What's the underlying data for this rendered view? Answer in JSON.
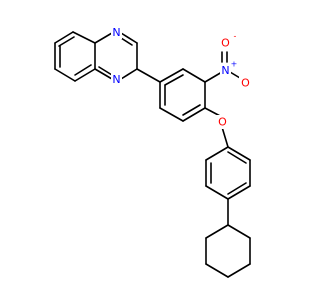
{
  "atom_labels": {
    "n_top": "N",
    "n_bottom": "N",
    "n_nitro": "N",
    "o_nitro_top": "O",
    "o_nitro_right": "O",
    "o_ether": "O"
  },
  "charges": {
    "n_nitro": "+",
    "o_nitro_top": "-"
  },
  "colors": {
    "nitrogen": "#0000ff",
    "oxygen": "#ff0000",
    "carbon": "#000000"
  }
}
